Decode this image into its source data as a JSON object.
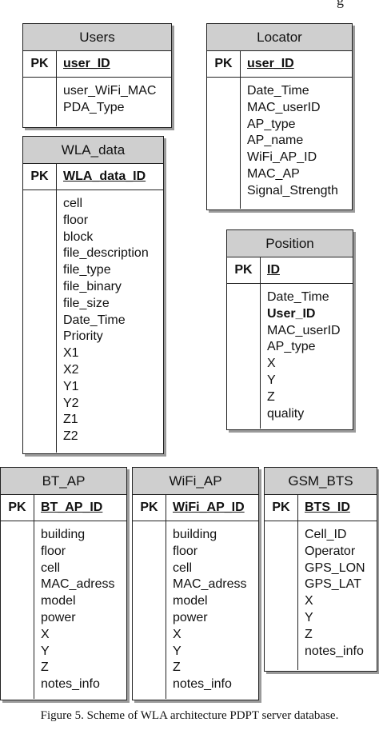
{
  "entities": {
    "users": {
      "title": "Users",
      "pk": "PK",
      "key": "user_ID",
      "fields": [
        "user_WiFi_MAC",
        "PDA_Type"
      ]
    },
    "locator": {
      "title": "Locator",
      "pk": "PK",
      "key": "user_ID",
      "fields": [
        "Date_Time",
        "MAC_userID",
        "AP_type",
        "AP_name",
        "WiFi_AP_ID",
        "MAC_AP",
        "Signal_Strength"
      ]
    },
    "wla_data": {
      "title": "WLA_data",
      "pk": "PK",
      "key": "WLA_data_ID",
      "fields": [
        "cell",
        "floor",
        "block",
        "file_description",
        "file_type",
        "file_binary",
        "file_size",
        "Date_Time",
        "Priority",
        "X1",
        "X2",
        "Y1",
        "Y2",
        "Z1",
        "Z2"
      ]
    },
    "position": {
      "title": "Position",
      "pk": "PK",
      "key": "ID",
      "fields": [
        "Date_Time",
        "User_ID",
        "MAC_userID",
        "AP_type",
        "X",
        "Y",
        "Z",
        "quality"
      ]
    },
    "bt_ap": {
      "title": "BT_AP",
      "pk": "PK",
      "key": "BT_AP_ID",
      "fields": [
        "building",
        "floor",
        "cell",
        "MAC_adress",
        "model",
        "power",
        "X",
        "Y",
        "Z",
        "notes_info"
      ]
    },
    "wifi_ap": {
      "title": "WiFi_AP",
      "pk": "PK",
      "key": "WiFi_AP_ID",
      "fields": [
        "building",
        "floor",
        "cell",
        "MAC_adress",
        "model",
        "power",
        "X",
        "Y",
        "Z",
        "notes_info"
      ]
    },
    "gsm_bts": {
      "title": "GSM_BTS",
      "pk": "PK",
      "key": "BTS_ID",
      "fields": [
        "Cell_ID",
        "Operator",
        "GPS_LON",
        "GPS_LAT",
        "X",
        "Y",
        "Z",
        "notes_info"
      ]
    }
  },
  "caption": "Figure 5.    Scheme of WLA architecture PDPT server database.",
  "top_fragment": "g"
}
